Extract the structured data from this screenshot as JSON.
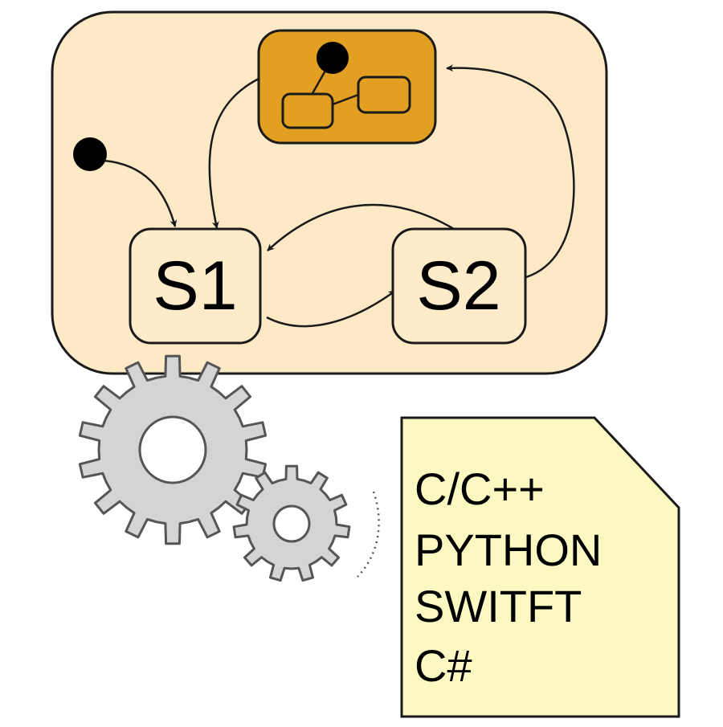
{
  "diagram": {
    "states": [
      {
        "id": "s1",
        "label": "S1"
      },
      {
        "id": "s2",
        "label": "S2"
      }
    ],
    "code_languages": [
      "C/C++",
      "PYTHON",
      "SWITFT",
      "C#"
    ],
    "colors": {
      "container_fill": "#fde9c5",
      "state_fill": "#fdebc9",
      "composite_fill": "#e39f21",
      "stroke": "#1a1a1a",
      "gear_fill": "#d4d4d6",
      "gear_stroke": "#555555",
      "note_fill": "#fcf8c2"
    },
    "icons": {
      "big_gear": "gear-icon",
      "small_gear": "gear-icon",
      "composite_state": "nested-state-machine-icon",
      "initial_pseudostate": "filled-circle-icon",
      "code_file": "document-dog-ear-icon"
    }
  }
}
